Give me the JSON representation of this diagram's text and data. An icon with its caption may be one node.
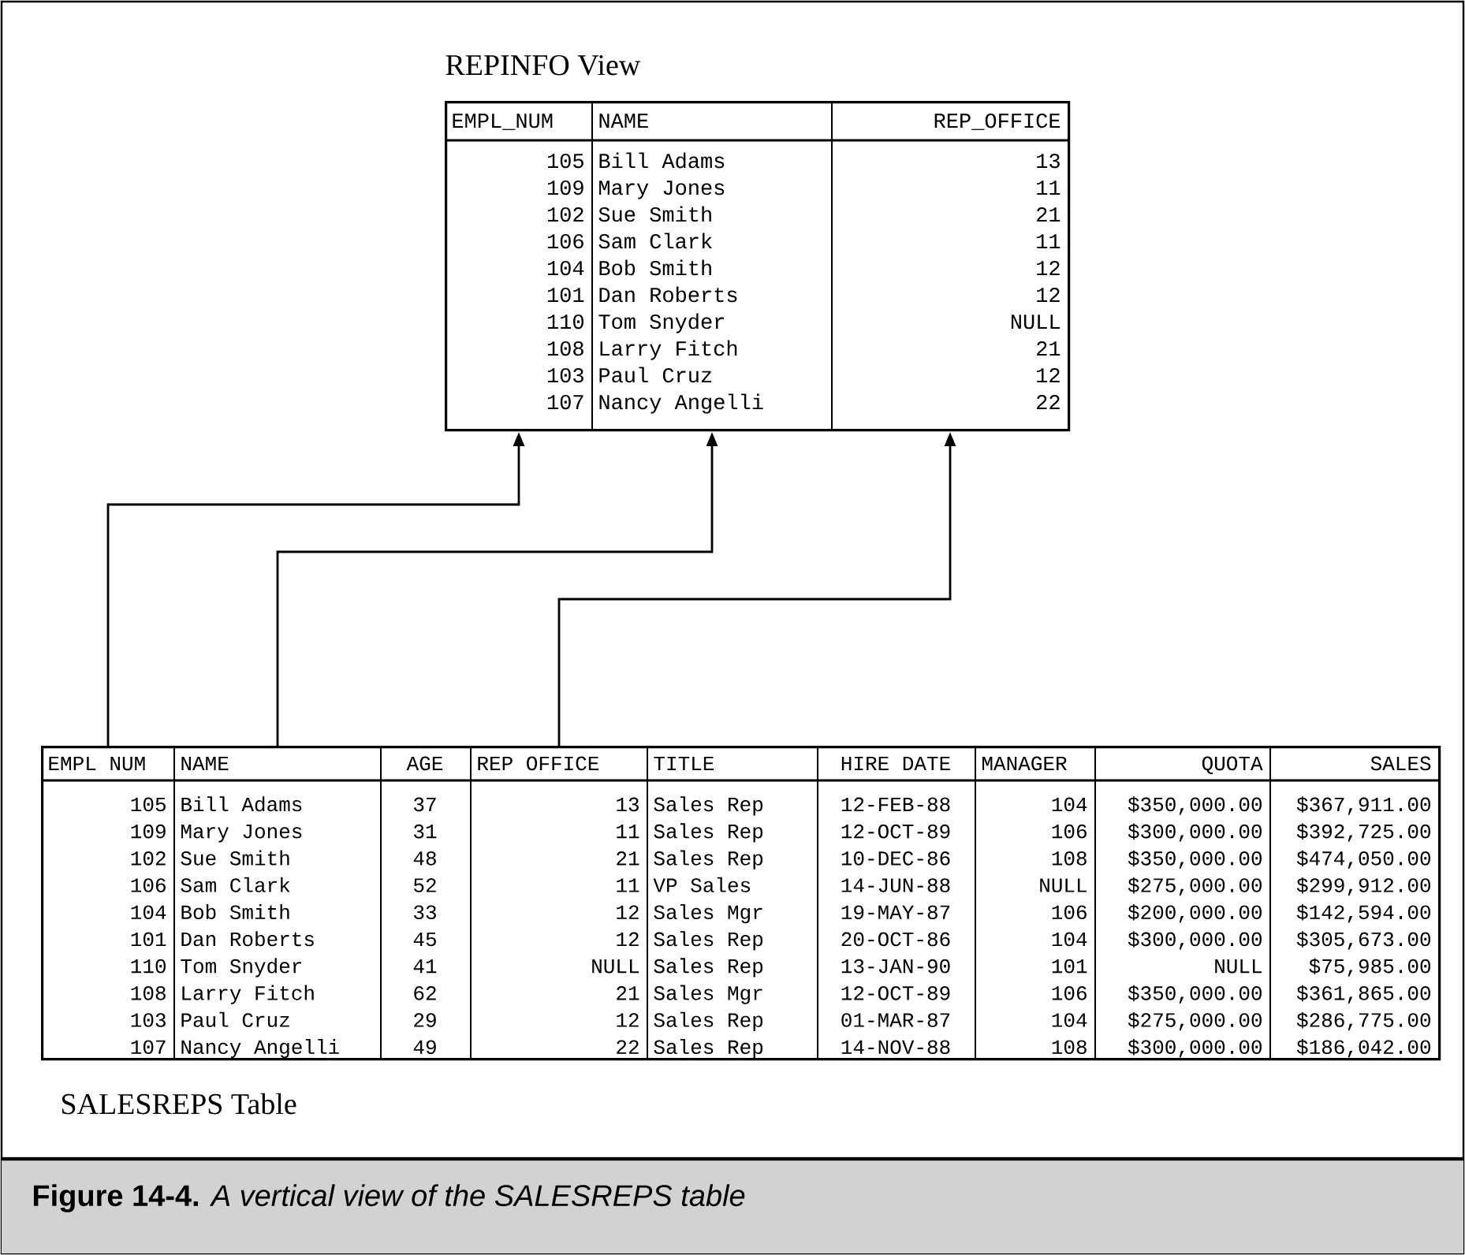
{
  "diagram": {
    "caption": "**Figure 14-4.** *A vertical view of the SALESREPS table*",
    "nodes": [
      {
        "text": [
          "REPINFO View"
        ]
      },
      {
        "text": [
          "EMPL_NUM",
          "105",
          "109",
          "102",
          "106",
          "104",
          "101",
          "110",
          "108",
          "103",
          "107"
        ],
        "in": 0
      },
      {
        "text": [
          "NAME",
          "Bill Adams",
          "Mary Jones",
          "Sue Smith",
          "Sam Clark",
          "Bob Smith",
          "Dan Roberts",
          "Tom Snyder",
          "Larry Fitch",
          "Paul Cruz",
          "Nancy Angelli"
        ],
        "in": 0
      },
      {
        "text": [
          "REP_OFFICE",
          "13",
          "11",
          "21",
          "11",
          "12",
          "12",
          "NULL",
          "21",
          "12",
          "22"
        ],
        "in": 0
      },
      {
        "text": [
          "SALESREPS Table"
        ]
      },
      {
        "text": [
          "EMPL NUM",
          "105",
          "109",
          "102",
          "106",
          "104",
          "101",
          "110",
          "108",
          "103",
          "107"
        ],
        "in": 4
      },
      {
        "text": [
          "NAME",
          "Bill Adams",
          "Mary Jones",
          "Sue Smith",
          "Sam Clark",
          "Bob Smith",
          "Dan Roberts",
          "Tom Snyder",
          "Larry Fitch",
          "Paul Cruz",
          "Nancy Angelli"
        ],
        "in": 4
      },
      {
        "text": [
          "AGE",
          "37",
          "31",
          "48",
          "52",
          "33",
          "45",
          "41",
          "62",
          "29",
          "49"
        ],
        "in": 4
      },
      {
        "text": [
          "REP OFFICE",
          "13",
          "11",
          "21",
          "11",
          "12",
          "12",
          "NULL",
          "21",
          "12",
          "22"
        ],
        "in": 4
      },
      {
        "text": [
          "TITLE",
          "Sales Rep",
          "Sales Rep",
          "Sales Rep",
          "VP Sales",
          "Sales Mgr",
          "Sales Rep",
          "Sales Rep",
          "Sales Mgr",
          "Sales Rep",
          "Sales Rep"
        ],
        "in": 4
      },
      {
        "text": [
          "HIRE DATE",
          "12-FEB-88",
          "12-OCT-89",
          "10-DEC-86",
          "14-JUN-88",
          "19-MAY-87",
          "20-OCT-86",
          "13-JAN-90",
          "12-OCT-89",
          "01-MAR-87",
          "14-NOV-88"
        ],
        "in": 4
      },
      {
        "text": [
          "MANAGER",
          "104",
          "106",
          "108",
          "NULL",
          "106",
          "104",
          "101",
          "106",
          "104",
          "108"
        ],
        "in": 4
      },
      {
        "text": [
          "QUOTA",
          "$350,000.00",
          "$300,000.00",
          "$350,000.00",
          "$275,000.00",
          "$200,000.00",
          "$300,000.00",
          "NULL",
          "$350,000.00",
          "$275,000.00",
          "$300,000.00"
        ],
        "in": 4
      },
      {
        "text": [
          "SALES",
          "$367,911.00",
          "$392,725.00",
          "$474,050.00",
          "$299,912.00",
          "$142,594.00",
          "$305,673.00",
          "$75,985.00",
          "$361,865.00",
          "$286,775.00",
          "$186,042.00"
        ],
        "in": 4
      }
    ],
    "edges": [
      {
        "from": 5,
        "to": 1,
        "arrow": "to"
      },
      {
        "from": 6,
        "to": 2,
        "arrow": "to"
      },
      {
        "from": 8,
        "to": 3,
        "arrow": "to"
      }
    ]
  }
}
